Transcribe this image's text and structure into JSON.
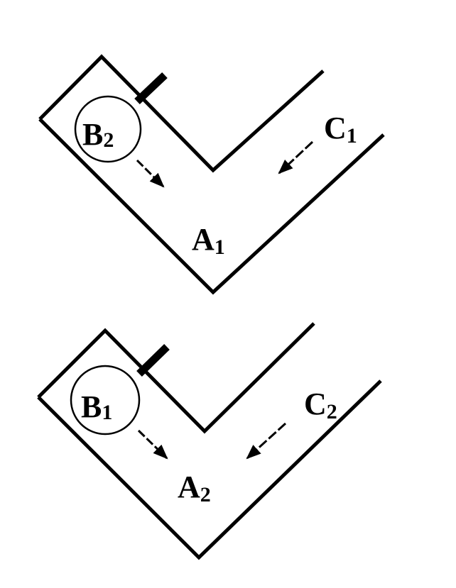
{
  "stroke_color": "#000000",
  "background_color": "#ffffff",
  "diagrams": [
    {
      "circle_label": {
        "letter": "B",
        "sub": "2"
      },
      "corner_label": {
        "letter": "A",
        "sub": "1"
      },
      "arm_label": {
        "letter": "C",
        "sub": "1"
      }
    },
    {
      "circle_label": {
        "letter": "B",
        "sub": "1"
      },
      "corner_label": {
        "letter": "A",
        "sub": "2"
      },
      "arm_label": {
        "letter": "C",
        "sub": "2"
      }
    }
  ]
}
